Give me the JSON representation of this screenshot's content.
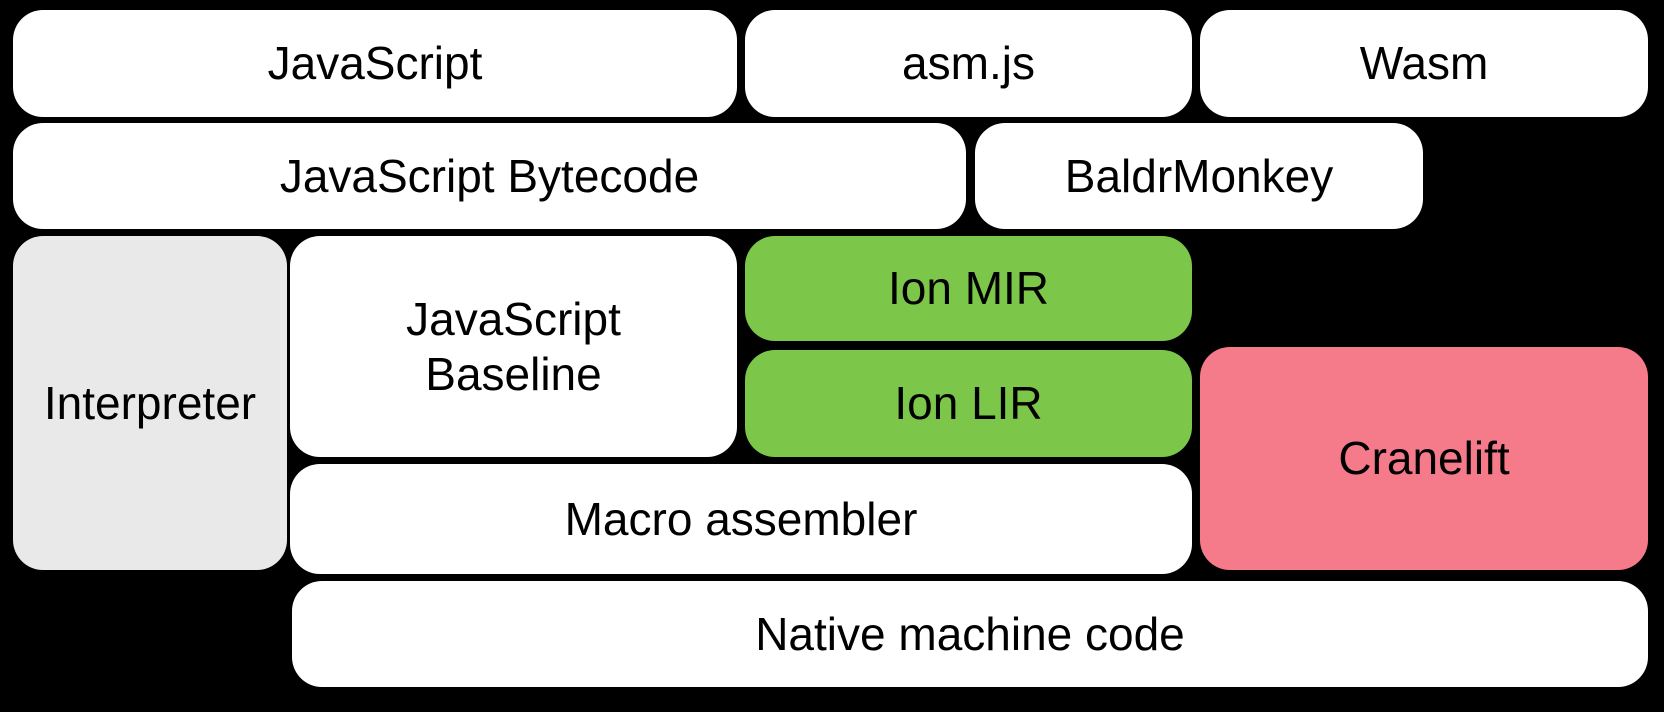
{
  "diagram": {
    "background_color": "#000000",
    "colors": {
      "box_default": "#ffffff",
      "box_interpreter": "#e9e9e9",
      "box_ion": "#7cc64a",
      "box_cranelift": "#f57b8b",
      "text": "#000000"
    },
    "nodes": {
      "javascript": {
        "label": "JavaScript"
      },
      "asmjs": {
        "label": "asm.js"
      },
      "wasm": {
        "label": "Wasm"
      },
      "bytecode": {
        "label": "JavaScript Bytecode"
      },
      "baldrmonkey": {
        "label": "BaldrMonkey"
      },
      "interpreter": {
        "label": "Interpreter"
      },
      "baseline": {
        "label": "JavaScript\nBaseline"
      },
      "ion_mir": {
        "label": "Ion MIR"
      },
      "ion_lir": {
        "label": "Ion LIR"
      },
      "cranelift": {
        "label": "Cranelift"
      },
      "macro_assembler": {
        "label": "Macro assembler"
      },
      "native": {
        "label": "Native machine code"
      }
    }
  }
}
